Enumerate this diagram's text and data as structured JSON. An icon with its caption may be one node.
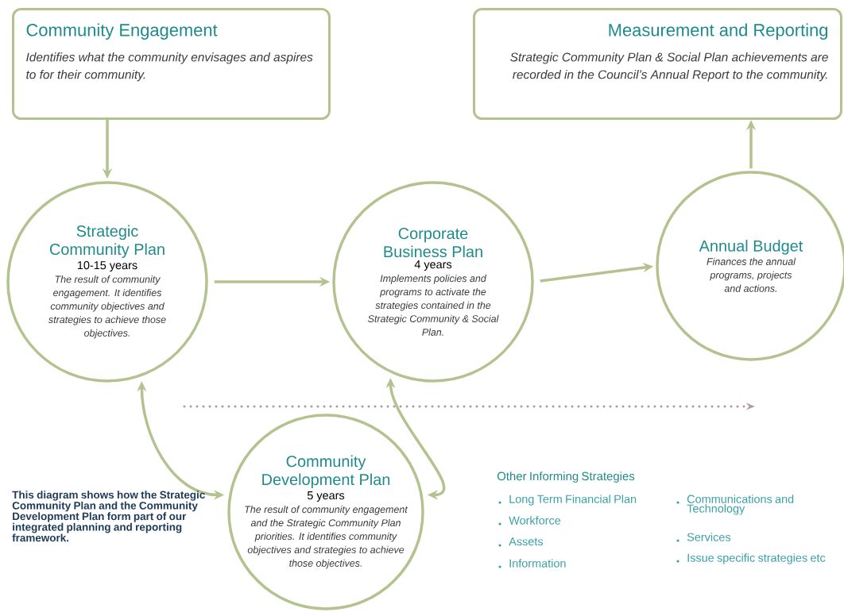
{
  "diagram": {
    "nodes": [
      {
        "text": [
          "Community Engagement",
          "Identifies what the community envisages and aspires to for their community."
        ]
      },
      {
        "text": [
          "Measurement and Reporting",
          "Strategic Community Plan & Social Plan achievements are recorded in the Council’s Annual Report to the community."
        ]
      },
      {
        "text": [
          "Strategic Community Plan",
          "10-15 years",
          "The result of community engagement. It identifies community objectives and strategies to achieve those objectives."
        ]
      },
      {
        "text": [
          "Corporate Business Plan",
          "4 years",
          "Implements policies and programs to activate the strategies contained in the Strategic Community & Social Plan."
        ]
      },
      {
        "text": [
          "Annual Budget",
          "Finances the annual programs, projects and actions."
        ]
      },
      {
        "text": [
          "Community Development Plan",
          "5 years",
          "The result of community engagement and the Strategic Community Plan priorities. It identifies community objectives and strategies to achieve those objectives."
        ]
      }
    ],
    "edges": [
      {
        "from": 0,
        "to": 2,
        "arrow": "to"
      },
      {
        "from": 2,
        "to": 3,
        "arrow": "to"
      },
      {
        "from": 3,
        "to": 4,
        "arrow": "to"
      },
      {
        "from": 4,
        "to": 1,
        "arrow": "to"
      },
      {
        "from": 5,
        "to": 2,
        "arrow": "both"
      },
      {
        "from": 5,
        "to": 3,
        "arrow": "both"
      }
    ],
    "labels": [
      "This diagram shows how the Strategic Community Plan and the Community Development Plan form part of our integrated planning and reporting framework.",
      "Other Informing Strategies",
      "Long Term Financial Plan",
      "Communications and Technology",
      "Workforce",
      "Services",
      "Assets",
      "Issue specific strategies etc",
      "Information"
    ]
  }
}
